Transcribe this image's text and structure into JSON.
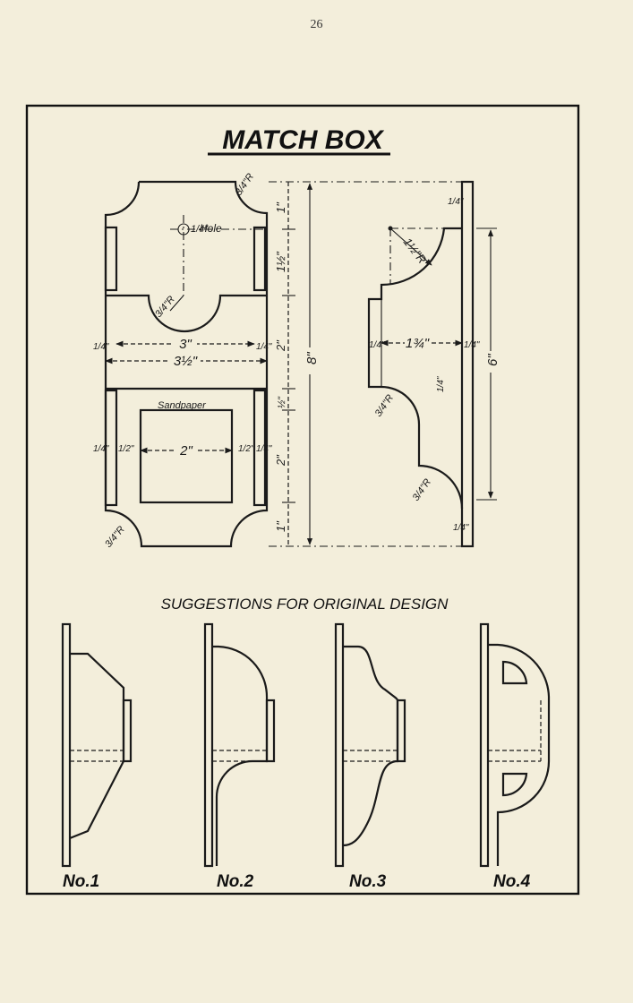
{
  "page_number": "26",
  "title": "MATCH BOX",
  "subtitle": "SUGGESTIONS FOR ORIGINAL DESIGN",
  "front_view": {
    "hole_label": "Hole",
    "hole_size": "1/4\"",
    "radius_label": "3/4\"R",
    "sandpaper_label": "Sandpaper",
    "dim_3": "3\"",
    "dim_3_half": "3½\"",
    "dim_2": "2\"",
    "dim_quarter": "1/4\"",
    "dim_half": "1/2\"",
    "side_dims": [
      "1\"",
      "1½\"",
      "2\"",
      "½\"",
      "2\"",
      "1\""
    ],
    "overall": "8\""
  },
  "side_view": {
    "radius_1": "1½\"R",
    "radius_2": "3/4\"R",
    "dim_1_3_4": "1¾\"",
    "dim_quarter": "1/4\"",
    "overall": "6\""
  },
  "designs": [
    {
      "label": "No.1"
    },
    {
      "label": "No.2"
    },
    {
      "label": "No.3"
    },
    {
      "label": "No.4"
    }
  ]
}
